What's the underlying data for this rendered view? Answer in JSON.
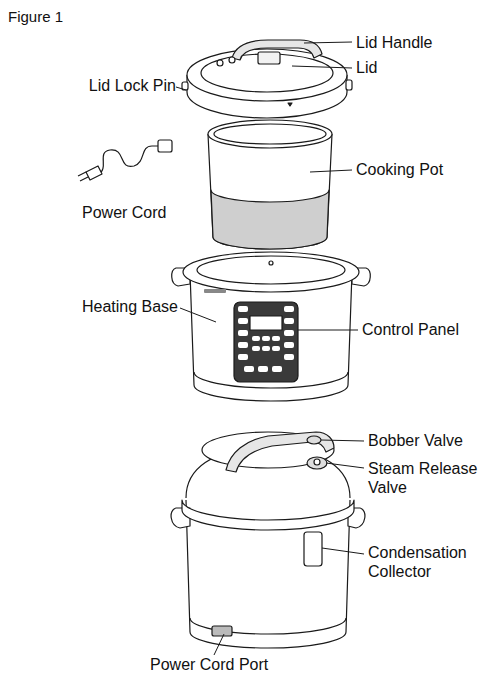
{
  "diagram": {
    "title": "Figure 1",
    "labels": [
      "Lid Handle",
      "Lid",
      "Lid Lock Pin",
      "Cooking Pot",
      "Power Cord",
      "Heating Base",
      "Control Panel",
      "Bobber Valve",
      "Steam Release Valve",
      "Condensation Collector",
      "Power Cord Port"
    ]
  }
}
